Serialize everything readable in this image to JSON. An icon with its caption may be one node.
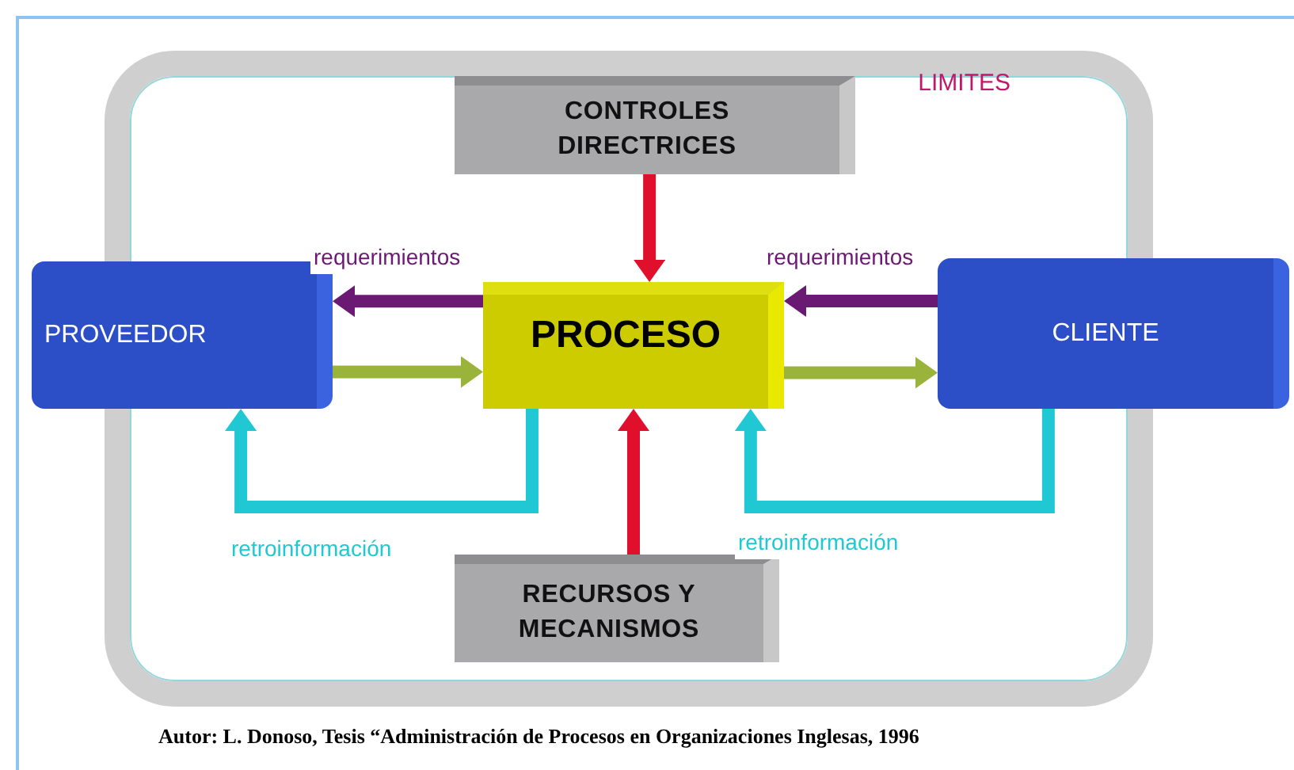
{
  "diagram": {
    "caption": "Autor: L. Donoso, Tesis “Administración de Procesos en Organizaciones Inglesas, 1996",
    "nodes": [
      {
        "text": [
          "LIMITES"
        ]
      },
      {
        "text": [
          "CONTROLES DIRECTRICES"
        ],
        "in": 0
      },
      {
        "text": [
          "PROVEEDOR"
        ]
      },
      {
        "text": [
          "PROCESO"
        ],
        "in": 0
      },
      {
        "text": [
          "CLIENTE"
        ]
      },
      {
        "text": [
          "RECURSOS Y MECANISMOS"
        ],
        "in": 0
      }
    ],
    "edges": [
      {
        "from": 1,
        "to": 3,
        "arrow": "to",
        "color": "#e0102c"
      },
      {
        "from": 3,
        "to": 2,
        "arrow": "to",
        "label": "requerimientos",
        "color": "#6a1a72"
      },
      {
        "from": 4,
        "to": 3,
        "arrow": "to",
        "label": "requerimientos",
        "color": "#6a1a72"
      },
      {
        "from": 2,
        "to": 3,
        "arrow": "to",
        "color": "#9ab33a"
      },
      {
        "from": 3,
        "to": 4,
        "arrow": "to",
        "color": "#9ab33a"
      },
      {
        "from": 3,
        "to": 2,
        "arrow": "to",
        "label": "retroinformación",
        "color": "#20c8d4"
      },
      {
        "from": 4,
        "to": 3,
        "arrow": "to",
        "label": "retroinformación",
        "color": "#20c8d4"
      },
      {
        "from": 5,
        "to": 3,
        "arrow": "to",
        "color": "#e0102c"
      }
    ]
  }
}
